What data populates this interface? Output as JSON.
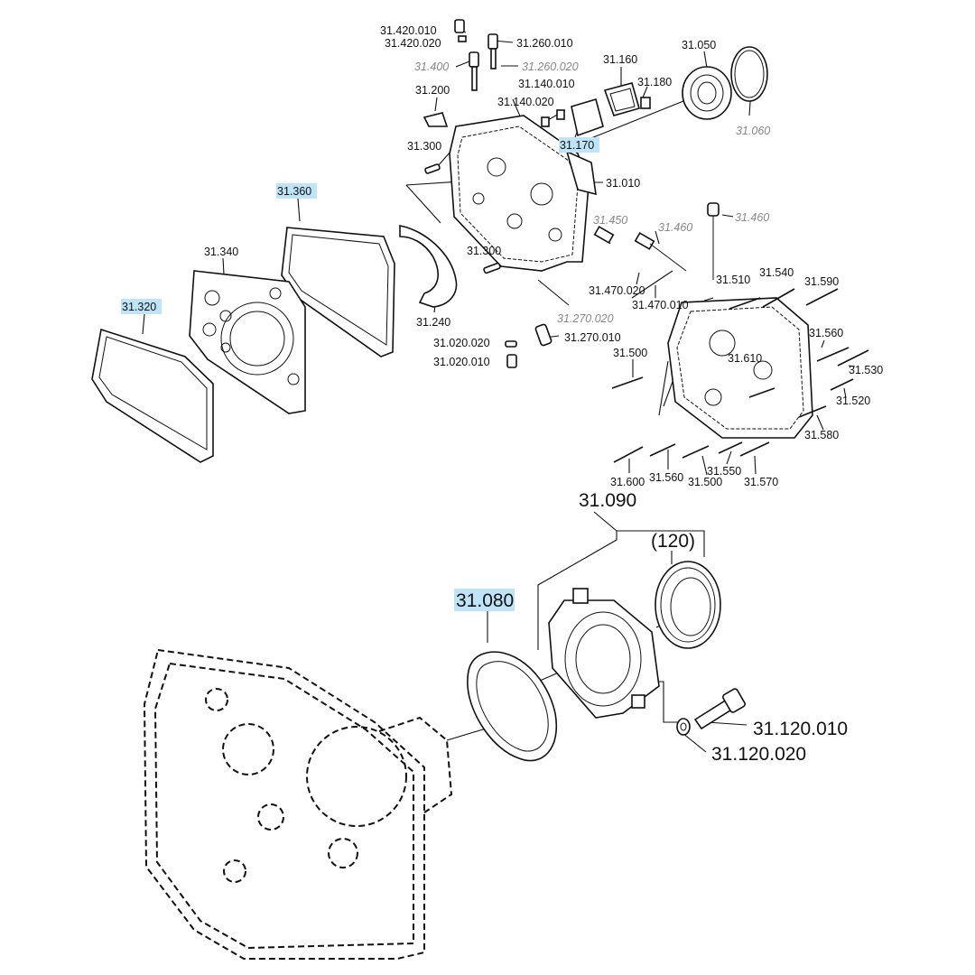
{
  "labels": {
    "l_31420010": "31.420.010",
    "l_31420020": "31.420.020",
    "l_31400": "31.400",
    "l_31260010": "31.260.010",
    "l_31260020": "31.260.020",
    "l_31160": "31.160",
    "l_31050": "31.050",
    "l_31060": "31.060",
    "l_31200": "31.200",
    "l_31140010": "31.140.010",
    "l_31140020": "31.140.020",
    "l_31180": "31.180",
    "l_31170": "31.170",
    "l_31300a": "31.300",
    "l_31010": "31.010",
    "l_31360": "31.360",
    "l_31450": "31.450",
    "l_31460a": "31.460",
    "l_31460b": "31.460",
    "l_31340": "31.340",
    "l_31300b": "31.300",
    "l_31510": "31.510",
    "l_31540": "31.540",
    "l_31590": "31.590",
    "l_31320": "31.320",
    "l_31470020": "31.470.020",
    "l_31470010": "31.470.010",
    "l_31240": "31.240",
    "l_31270020": "31.270.020",
    "l_31560a": "31.560",
    "l_31020020": "31.020.020",
    "l_31270010": "31.270.010",
    "l_31500a": "31.500",
    "l_31610": "31.610",
    "l_31530": "31.530",
    "l_31020010": "31.020.010",
    "l_31520": "31.520",
    "l_31580": "31.580",
    "l_31550": "31.550",
    "l_31600": "31.600",
    "l_31560b": "31.560",
    "l_31500b": "31.500",
    "l_31570": "31.570",
    "l_31090": "31.090",
    "l_120": "(120)",
    "l_31080": "31.080",
    "l_31120010": "31.120.010",
    "l_31120020": "31.120.020"
  },
  "highlight_color": "#bfe3f7"
}
